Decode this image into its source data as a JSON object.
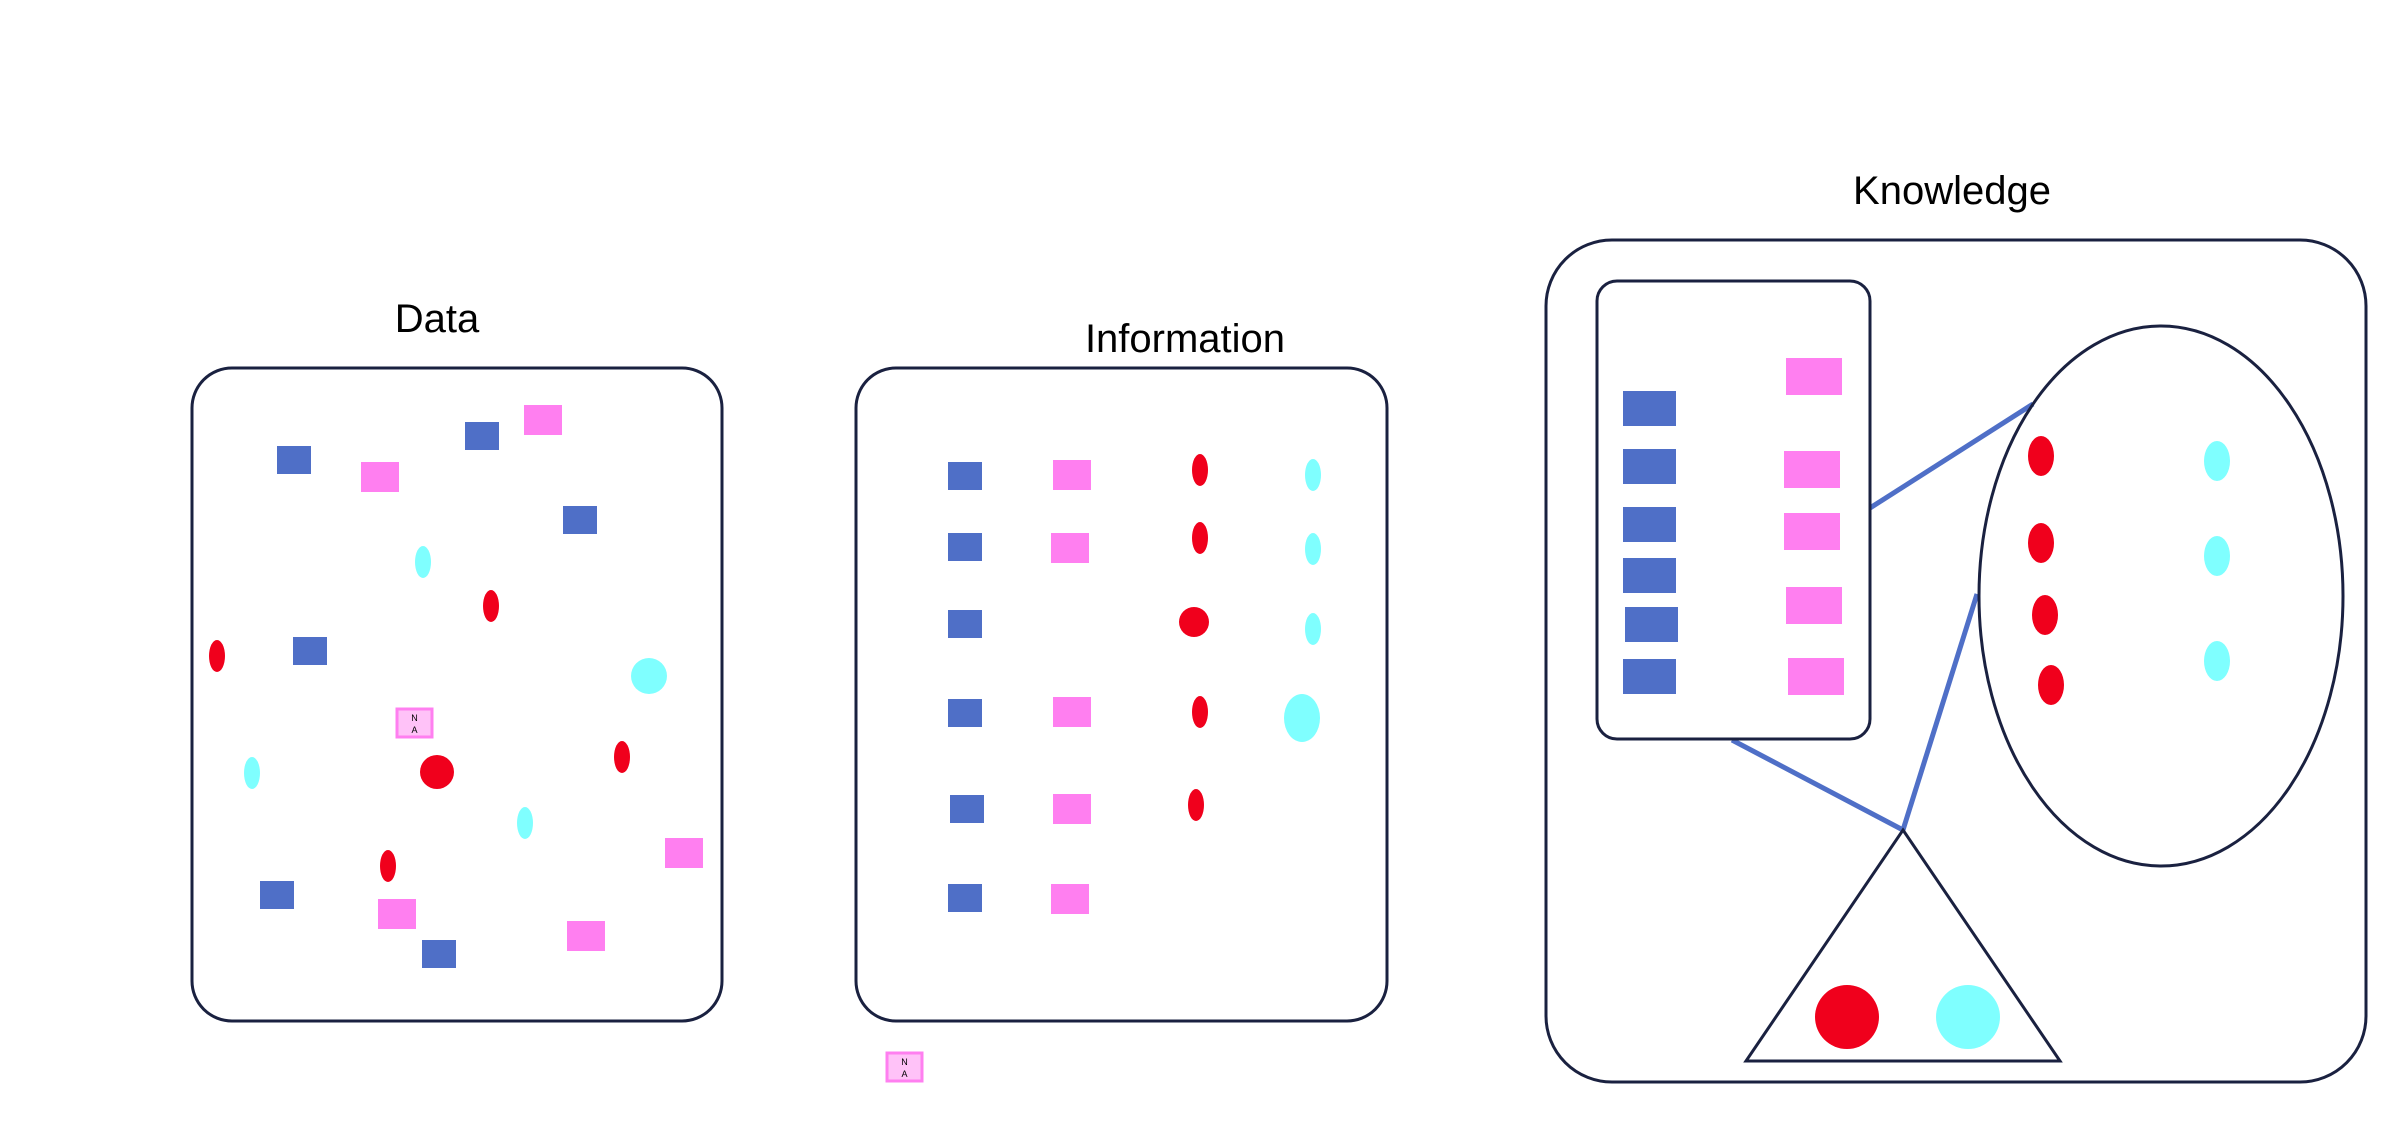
{
  "colors": {
    "blue": "#4F6FC7",
    "pink": "#FF7FF0",
    "red": "#F0001C",
    "cyan": "#7FFFFF",
    "frame": "#1A2140",
    "connector": "#4F6FC7"
  },
  "panels": {
    "data": {
      "title": "Data"
    },
    "information": {
      "title": "Information"
    },
    "knowledge": {
      "title": "Knowledge"
    }
  },
  "na_badge": {
    "line1": "N",
    "line2": "A"
  }
}
